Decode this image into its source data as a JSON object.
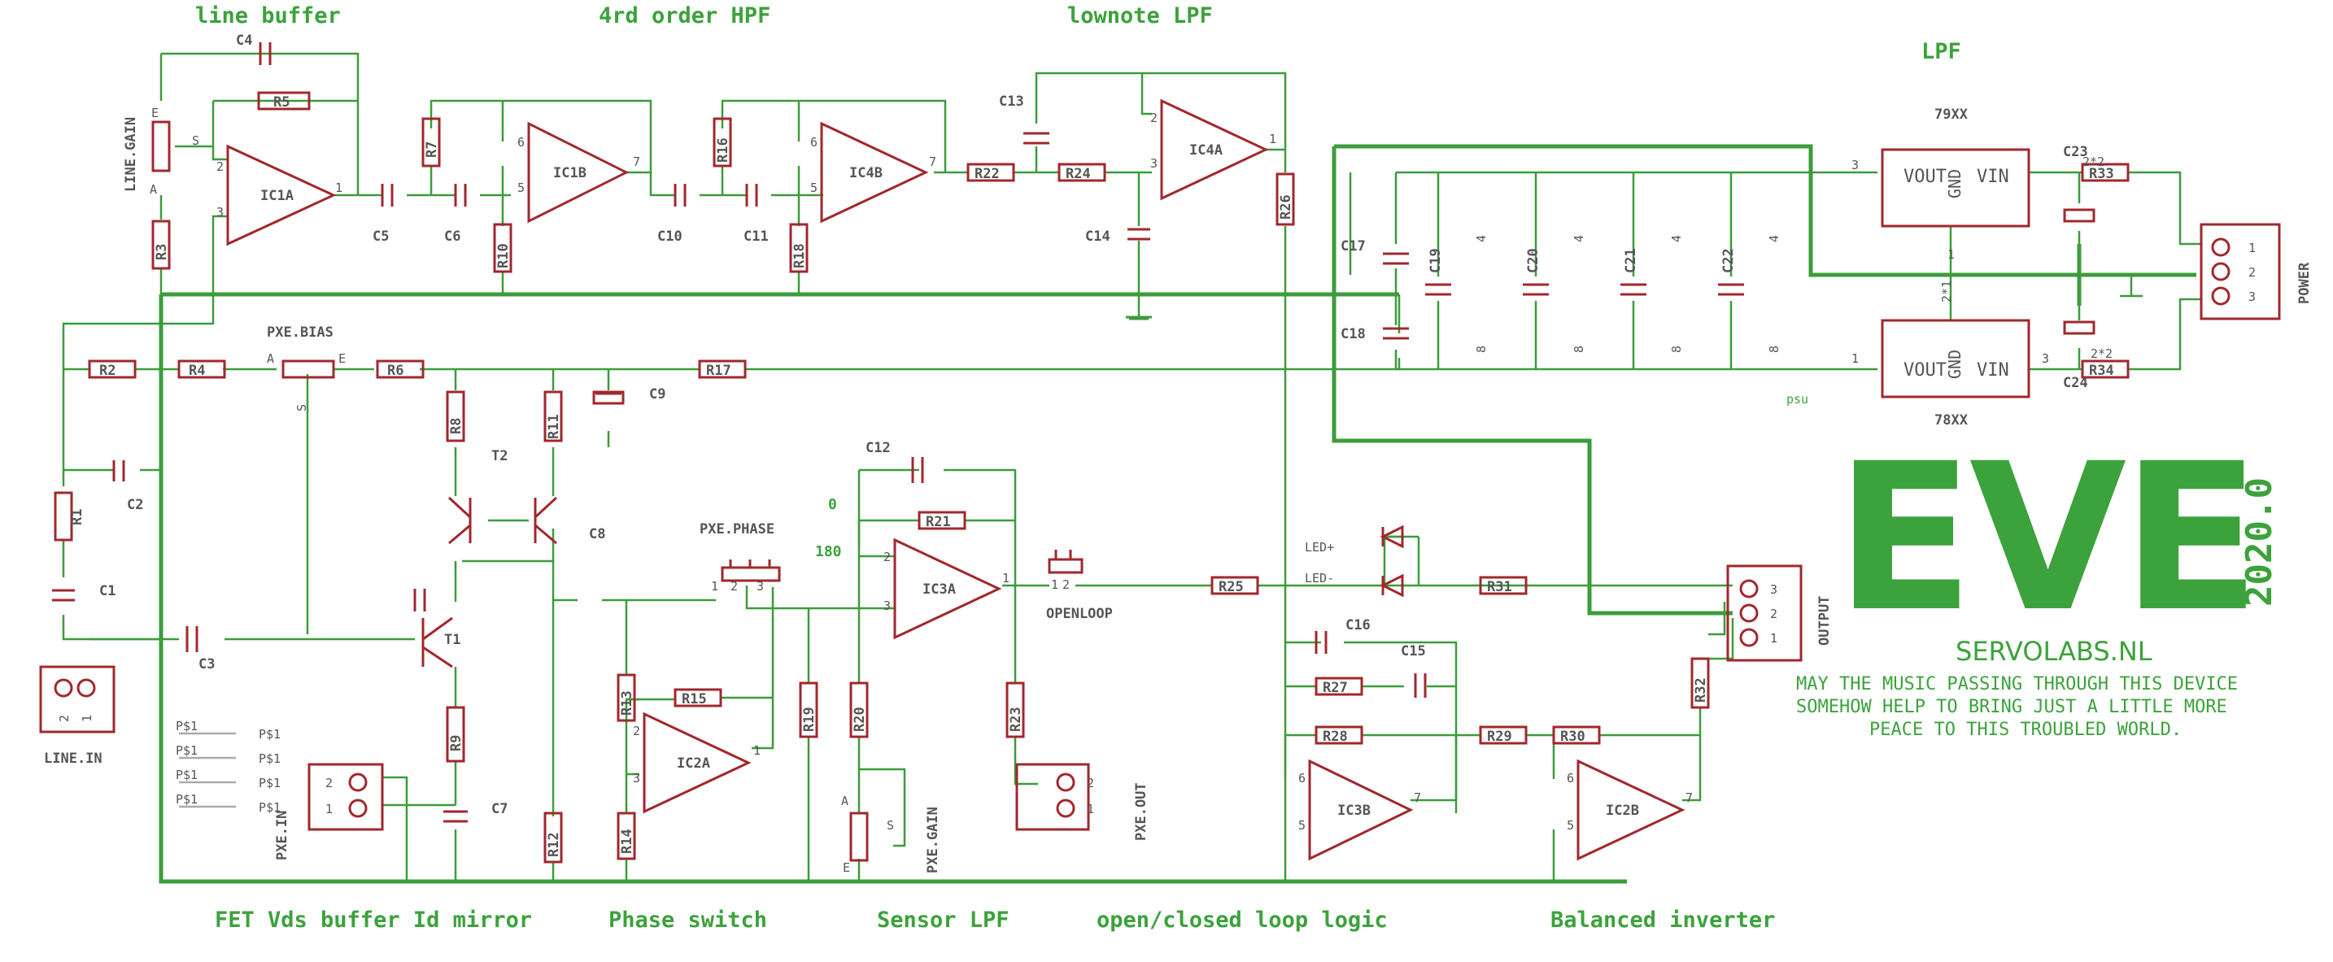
{
  "sections": {
    "line_buffer": "line buffer",
    "hpf": "4rd order HPF",
    "lownote_lpf": "lownote LPF",
    "lpf": "LPF",
    "fet": "FET Vds buffer Id mirror",
    "phase_switch": "Phase switch",
    "sensor_lpf": "Sensor LPF",
    "loop_logic": "open/closed loop logic",
    "balanced": "Balanced inverter"
  },
  "brand": {
    "logo": "EVE",
    "year": "2020.0",
    "site": "SERVOLABS.NL",
    "motto": [
      "MAY THE MUSIC PASSING THROUGH THIS DEVICE",
      "SOMEHOW HELP TO BRING JUST A LITTLE MORE",
      "PEACE TO THIS TROUBLED WORLD."
    ]
  },
  "resistors": [
    "R1",
    "R2",
    "R3",
    "R4",
    "R5",
    "R6",
    "R7",
    "R8",
    "R9",
    "R10",
    "R11",
    "R12",
    "R13",
    "R14",
    "R15",
    "R16",
    "R17",
    "R18",
    "R19",
    "R20",
    "R21",
    "R22",
    "R23",
    "R24",
    "R25",
    "R26",
    "R27",
    "R28",
    "R29",
    "R30",
    "R31",
    "R32",
    "R33",
    "R34"
  ],
  "capacitors": [
    "C1",
    "C2",
    "C3",
    "C4",
    "C5",
    "C6",
    "C7",
    "C8",
    "C9",
    "C10",
    "C11",
    "C12",
    "C13",
    "C14",
    "C15",
    "C16",
    "C17",
    "C18",
    "C19",
    "C20",
    "C21",
    "C22",
    "C23",
    "C24"
  ],
  "opamps": [
    "IC1A",
    "IC1B",
    "IC4B",
    "IC4A",
    "IC2A",
    "IC3A",
    "IC3B",
    "IC2B"
  ],
  "transistors": [
    "T1",
    "T2"
  ],
  "pots": {
    "line_gain": "LINE.GAIN",
    "pxe_bias": "PXE.BIAS",
    "pxe_gain": "PXE.GAIN"
  },
  "switches": {
    "pxe_phase": "PXE.PHASE",
    "openloop": "OPENLOOP",
    "phase_0": "0",
    "phase_180": "180"
  },
  "connectors": {
    "line_in": "LINE.IN",
    "pxe_in": "PXE.IN",
    "pxe_out": "PXE.OUT",
    "output": "OUTPUT",
    "power": "POWER"
  },
  "psu": {
    "reg_pos": "79XX",
    "reg_neg": "78XX",
    "vout": "VOUT",
    "vin": "VIN",
    "gnd": "GND",
    "label": "psu",
    "c23_val": "2*2",
    "c24_val": "2*2",
    "mid_val": "2*1"
  },
  "leds": {
    "led_p": "LED+",
    "led_n": "LED-"
  },
  "ps": [
    "P$1",
    "P$1",
    "P$1",
    "P$1"
  ],
  "ps2": [
    "P$1",
    "P$1",
    "P$1",
    "P$1"
  ],
  "pins": {
    "one": "1",
    "two": "2",
    "three": "3",
    "four": "4",
    "five": "5",
    "six": "6",
    "seven": "7",
    "eight": "8",
    "a": "A",
    "e": "E",
    "s": "S"
  },
  "colors": {
    "wire": "#3c9c3c",
    "component": "#a0282d",
    "label": "#555555",
    "brand": "#3ca23c"
  }
}
